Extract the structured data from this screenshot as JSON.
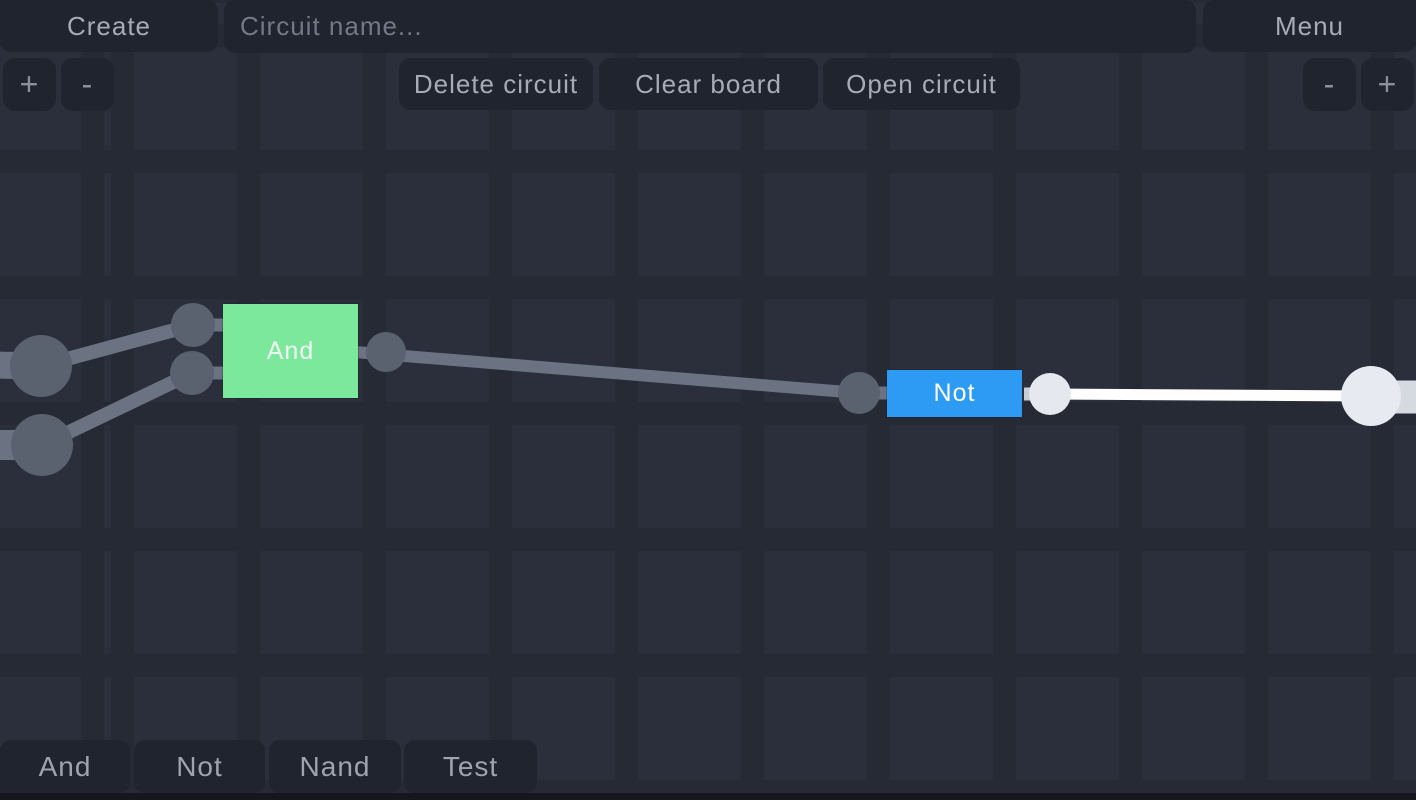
{
  "colors": {
    "canvas_bg": "#2a2f3b",
    "grid_line": "#252a34",
    "button_bg": "#20242f",
    "button_text": "#a6acb6",
    "placeholder_text": "#717987",
    "node_off": "#5a6270",
    "wire_off": "#6b7382",
    "node_on": "#e5e8ee",
    "node_on_large": "#e7eaf0",
    "wire_on": "#fefefe",
    "stub_on": "#d5d9e0",
    "connector_on": "#c9cdd5",
    "gate_and": "#7ce89b",
    "gate_not": "#2d9bf3",
    "bottom_strip": "#15171c"
  },
  "top_bar": {
    "create_label": "Create",
    "circuit_name_placeholder": "Circuit name...",
    "menu_label": "Menu"
  },
  "toolbar": {
    "delete_circuit_label": "Delete circuit",
    "clear_board_label": "Clear board",
    "open_circuit_label": "Open circuit",
    "zoom_in_label": "+",
    "zoom_out_label": "-"
  },
  "palette": {
    "items": [
      {
        "label": "And"
      },
      {
        "label": "Not"
      },
      {
        "label": "Nand"
      },
      {
        "label": "Test"
      }
    ]
  },
  "canvas": {
    "gates": [
      {
        "id": "and-gate",
        "label": "And",
        "color": "#7ce89b"
      },
      {
        "id": "not-gate",
        "label": "Not",
        "color": "#2d9bf3"
      }
    ],
    "nodes": [
      {
        "id": "board-input-1",
        "state": "off"
      },
      {
        "id": "board-input-2",
        "state": "off"
      },
      {
        "id": "and-input-1",
        "state": "off"
      },
      {
        "id": "and-input-2",
        "state": "off"
      },
      {
        "id": "and-output",
        "state": "off"
      },
      {
        "id": "not-input",
        "state": "off"
      },
      {
        "id": "not-output",
        "state": "on"
      },
      {
        "id": "board-output",
        "state": "on"
      }
    ],
    "wires": [
      {
        "from": "left-edge",
        "to": "board-input-1",
        "state": "off"
      },
      {
        "from": "left-edge",
        "to": "board-input-2",
        "state": "off"
      },
      {
        "from": "board-input-1",
        "to": "and-input-1",
        "state": "off"
      },
      {
        "from": "board-input-2",
        "to": "and-input-2",
        "state": "off"
      },
      {
        "from": "and-output",
        "to": "not-input",
        "state": "off"
      },
      {
        "from": "not-output",
        "to": "board-output",
        "state": "on"
      },
      {
        "from": "board-output",
        "to": "right-edge",
        "state": "on"
      }
    ]
  }
}
